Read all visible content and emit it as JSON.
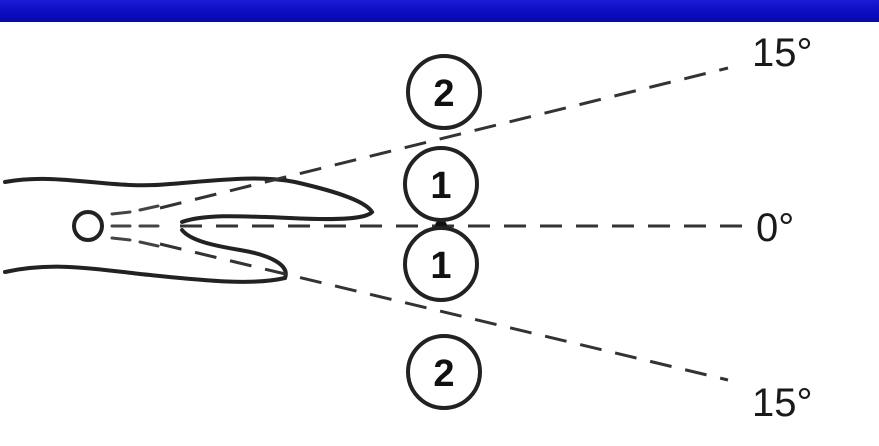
{
  "header_bar_color": "#0b0bc2",
  "angles": {
    "upper": "15°",
    "center": "0°",
    "lower": "15°"
  },
  "zones": {
    "upper_outer": "2",
    "upper_inner": "1",
    "lower_inner": "1",
    "lower_outer": "2"
  }
}
